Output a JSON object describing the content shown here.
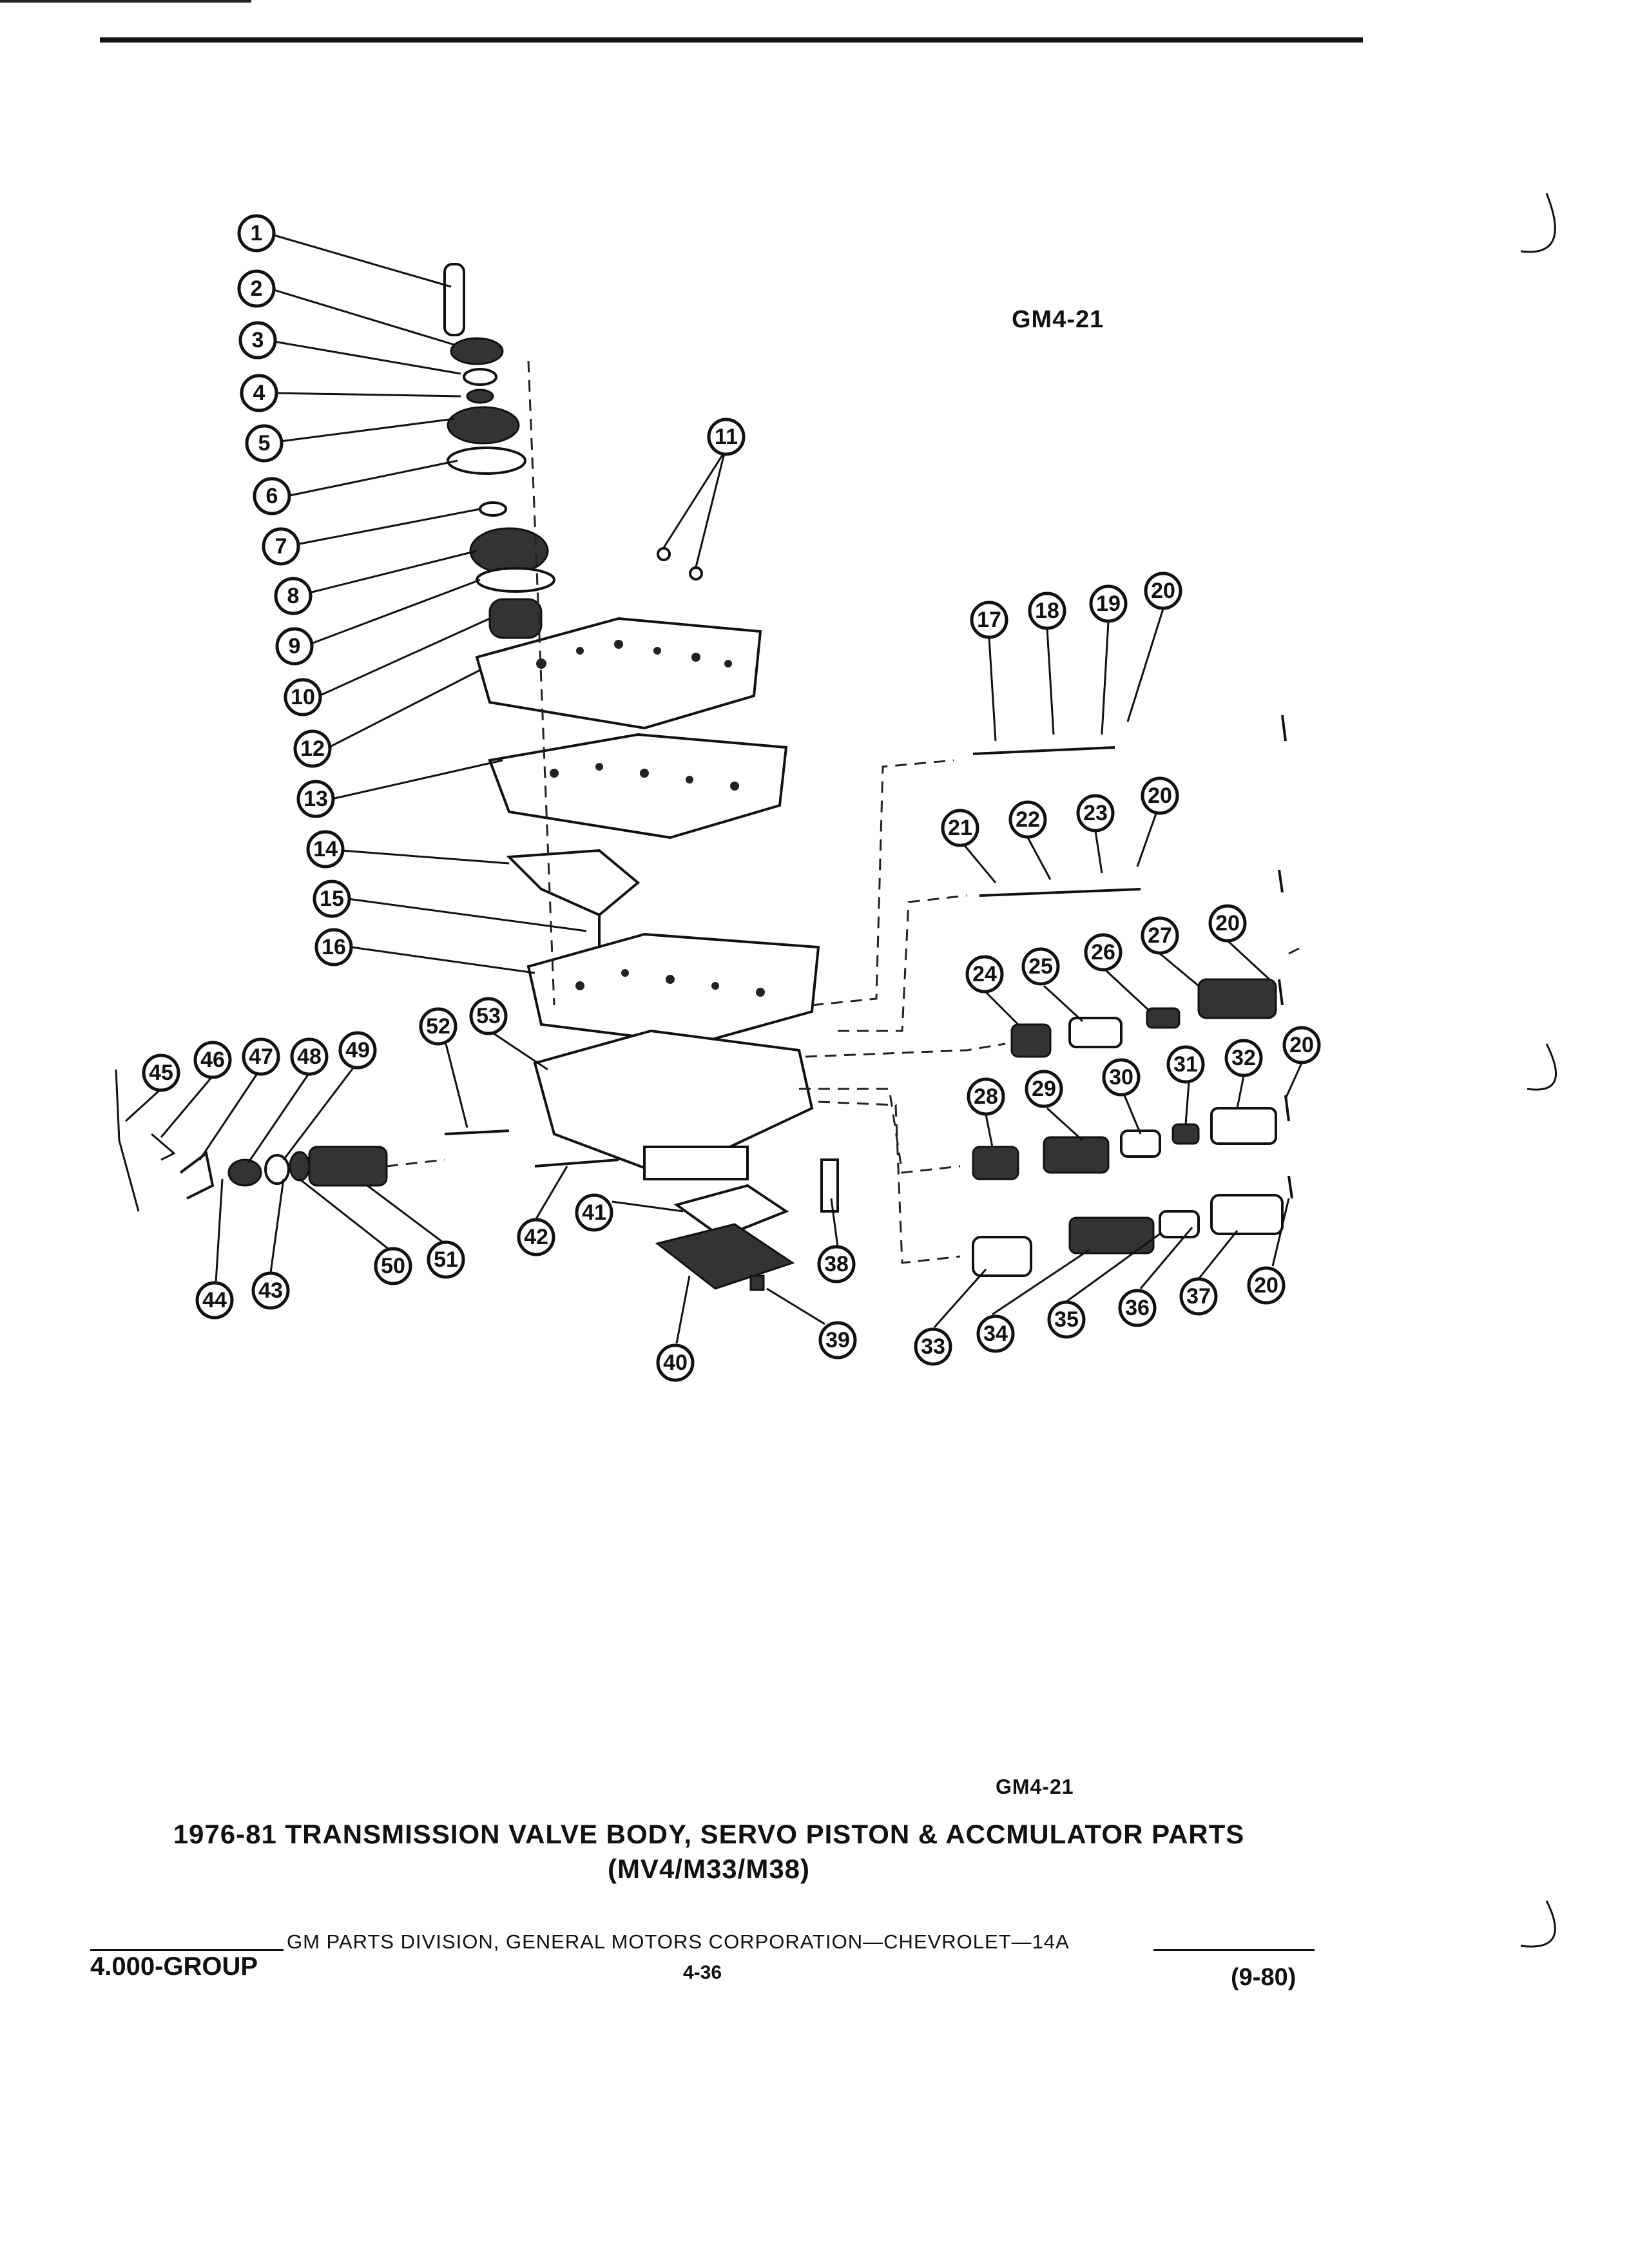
{
  "figure_code_top": "GM4-21",
  "figure_code_bottom": "GM4-21",
  "title": {
    "line1": "1976-81 TRANSMISSION VALVE BODY, SERVO PISTON & ACCMULATOR PARTS",
    "line2": "(MV4/M33/M38)"
  },
  "footer": {
    "credit": "GM PARTS DIVISION, GENERAL MOTORS CORPORATION—CHEVROLET—14A",
    "group": "4.000-GROUP",
    "page": "4-36",
    "date": "(9-80)"
  },
  "callouts": [
    "1",
    "2",
    "3",
    "4",
    "5",
    "6",
    "7",
    "8",
    "9",
    "10",
    "11",
    "12",
    "13",
    "14",
    "15",
    "16",
    "17",
    "18",
    "19",
    "20",
    "21",
    "22",
    "23",
    "24",
    "25",
    "26",
    "27",
    "28",
    "29",
    "30",
    "31",
    "32",
    "33",
    "34",
    "35",
    "36",
    "37",
    "38",
    "39",
    "40",
    "41",
    "42",
    "43",
    "44",
    "45",
    "46",
    "47",
    "48",
    "49",
    "50",
    "51",
    "52",
    "53"
  ],
  "callouts_repeat_20": [
    "20",
    "20",
    "20",
    "20",
    "20"
  ]
}
